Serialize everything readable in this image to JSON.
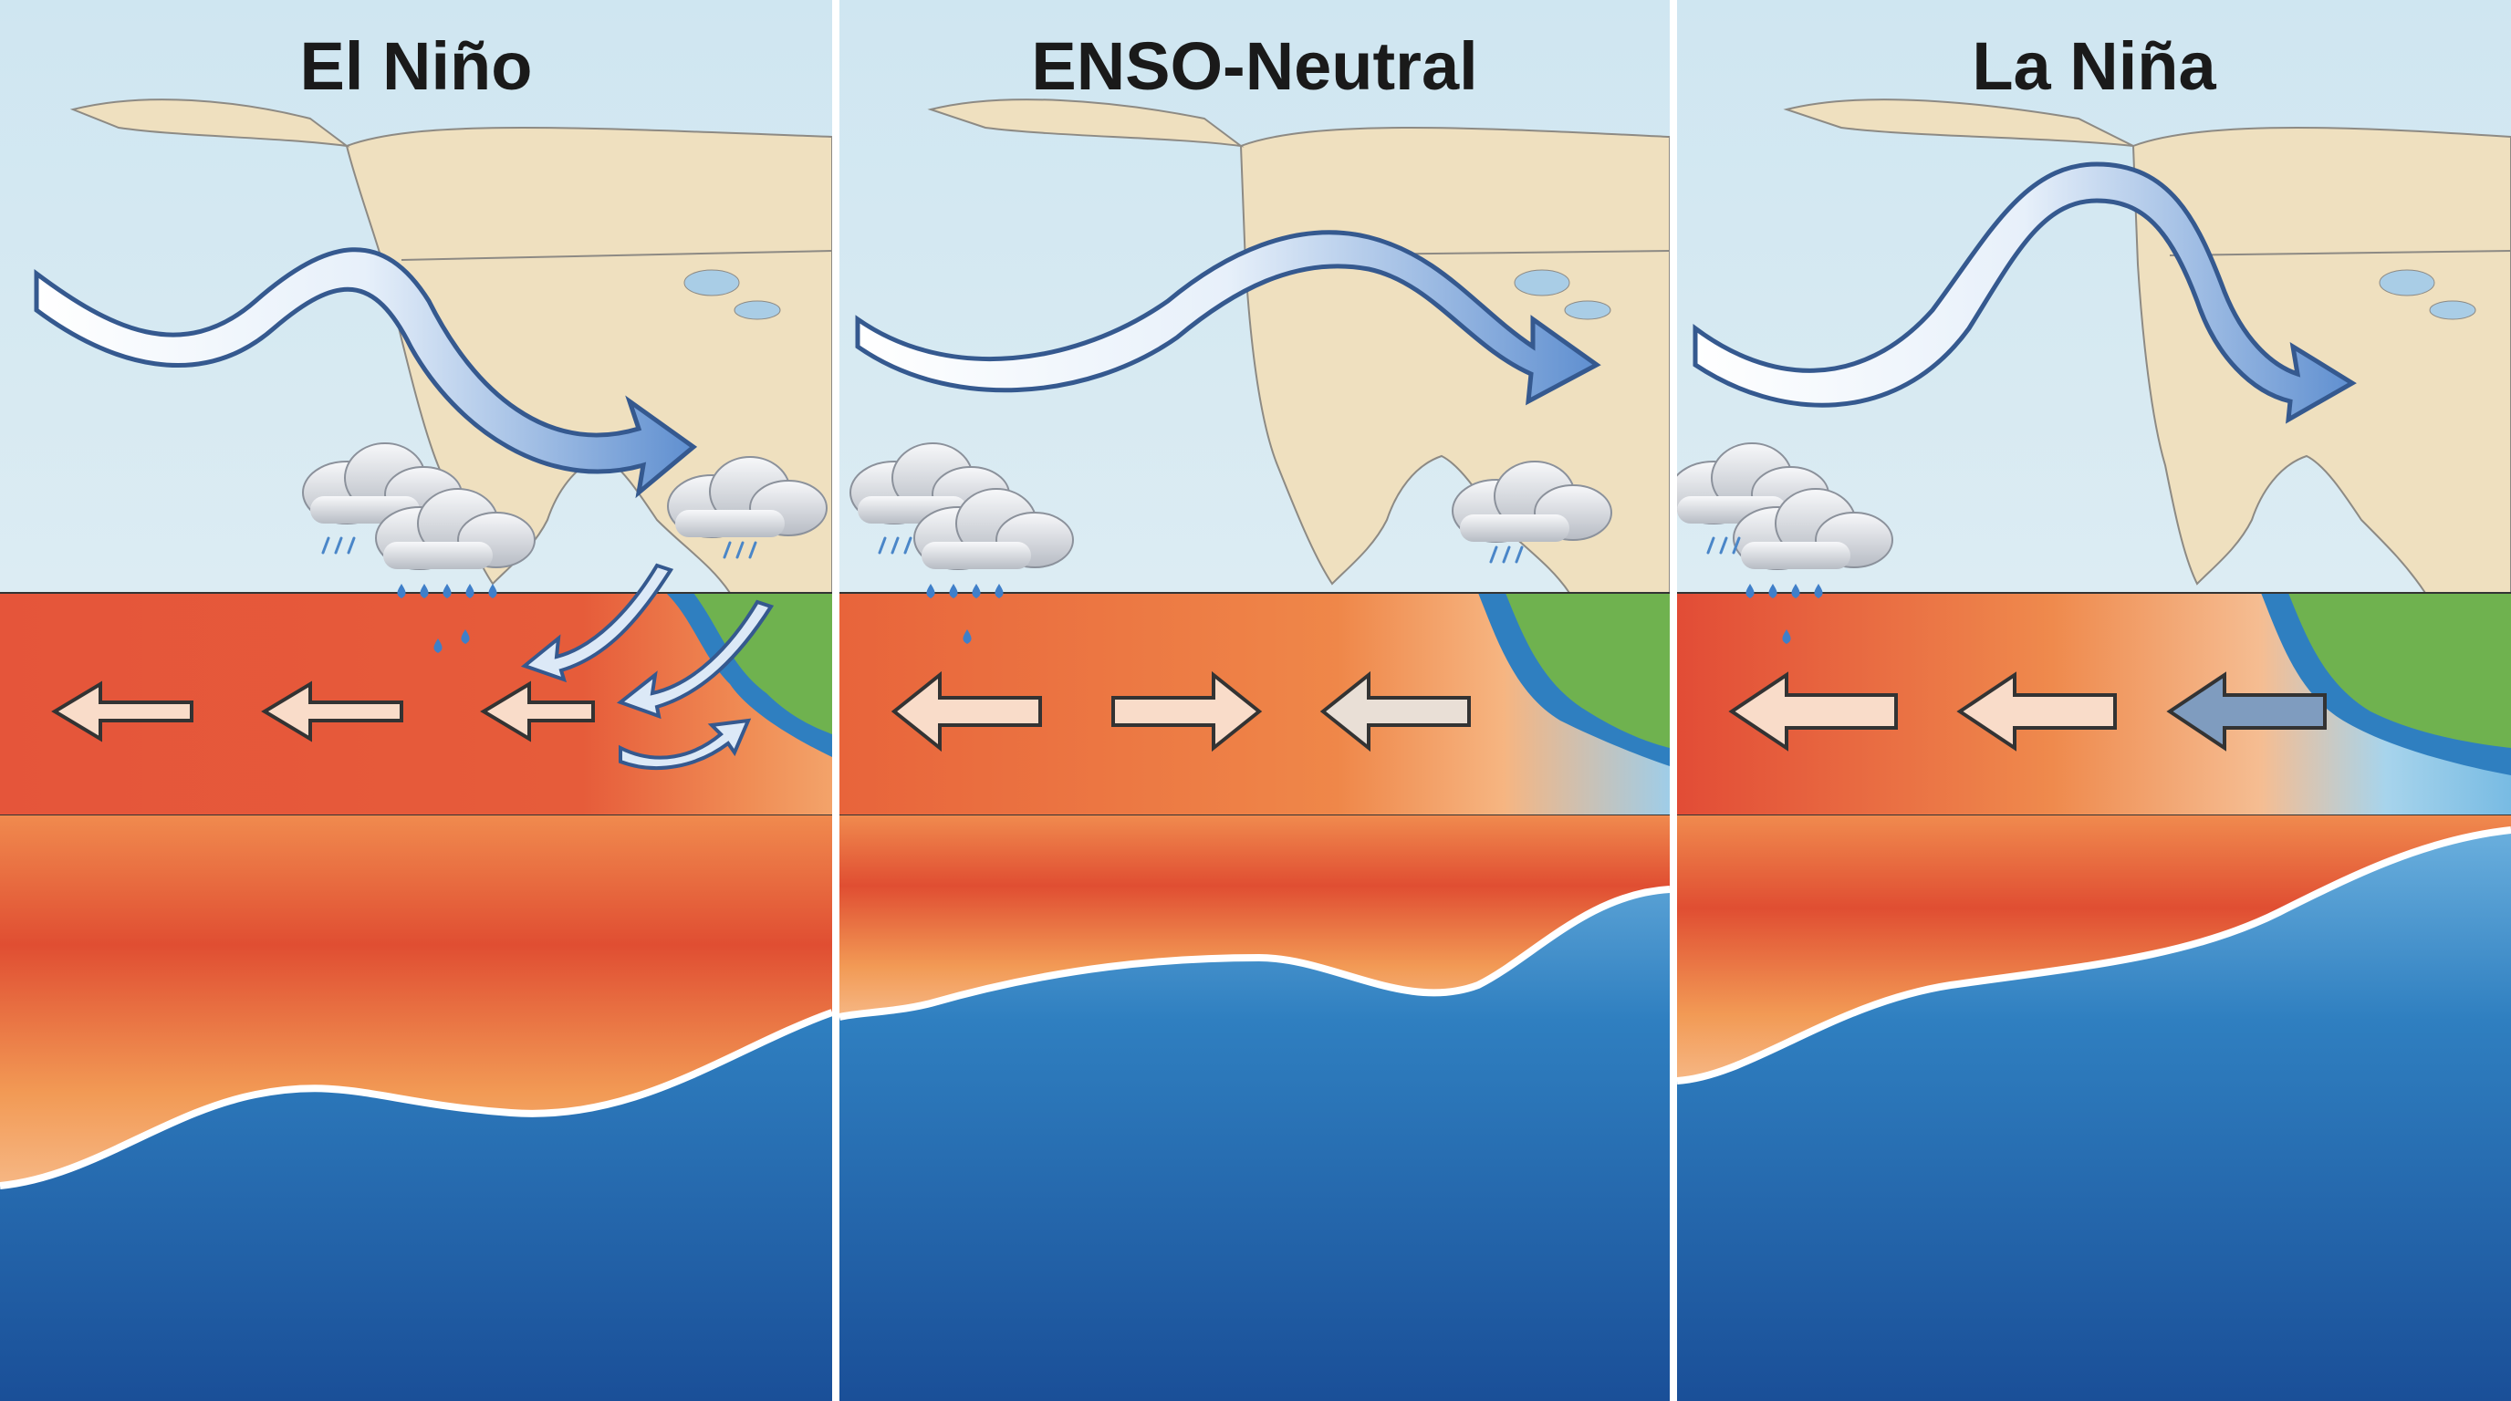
{
  "panels": [
    {
      "id": "el-nino",
      "title": "El Niño"
    },
    {
      "id": "enso-neutral",
      "title": "ENSO-Neutral"
    },
    {
      "id": "la-nina",
      "title": "La Niña"
    }
  ],
  "colors": {
    "sky": "#cfe6f0",
    "land": "#efe0bf",
    "warm_water": "#e9573a",
    "cool_water": "#1e63a8",
    "thermocline_line": "#ffffff",
    "jet_stream": "#4a78b8",
    "coast_land": "#6fb24f"
  },
  "icons": [
    "jet-stream-arrow-icon",
    "rain-cloud-icon",
    "trade-wind-arrow-icon",
    "thermocline-line"
  ]
}
